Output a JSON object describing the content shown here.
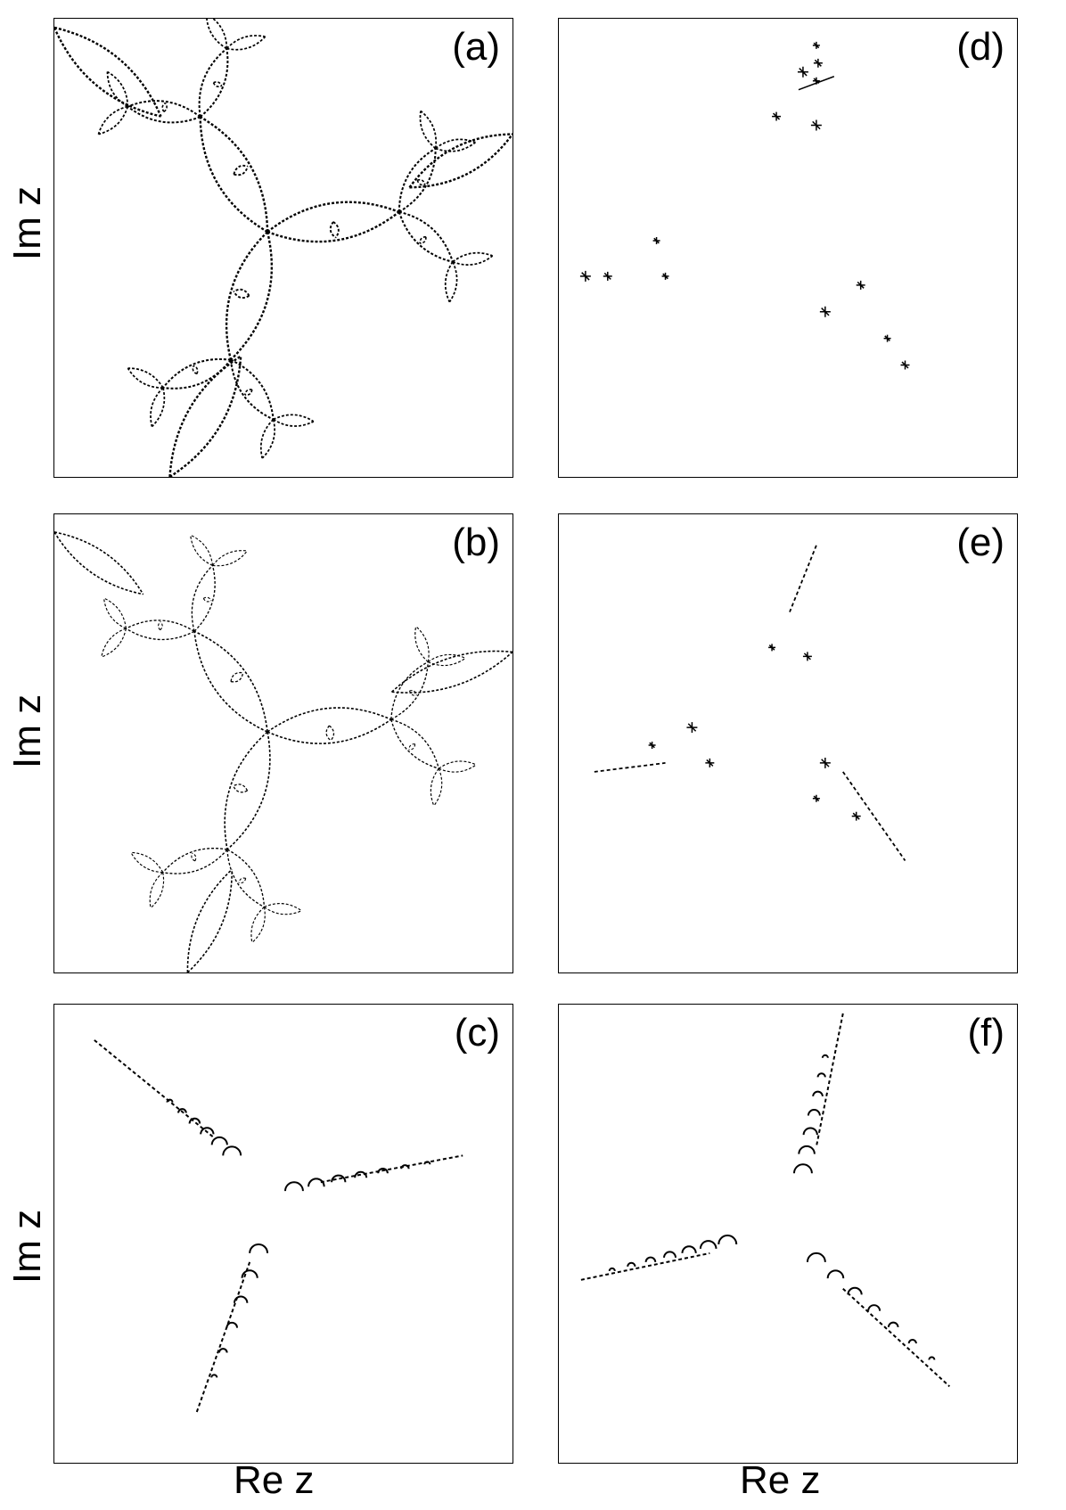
{
  "panels": [
    {
      "id": "a",
      "label": "(a)",
      "style": "loops"
    },
    {
      "id": "b",
      "label": "(b)",
      "style": "loops"
    },
    {
      "id": "c",
      "label": "(c)",
      "style": "arms"
    },
    {
      "id": "d",
      "label": "(d)",
      "style": "dust"
    },
    {
      "id": "e",
      "label": "(e)",
      "style": "dust"
    },
    {
      "id": "f",
      "label": "(f)",
      "style": "arms"
    }
  ],
  "axes": {
    "y_label": "Im z",
    "x_label": "Re z"
  },
  "colors": {
    "ink": "#000000",
    "background": "#ffffff"
  }
}
